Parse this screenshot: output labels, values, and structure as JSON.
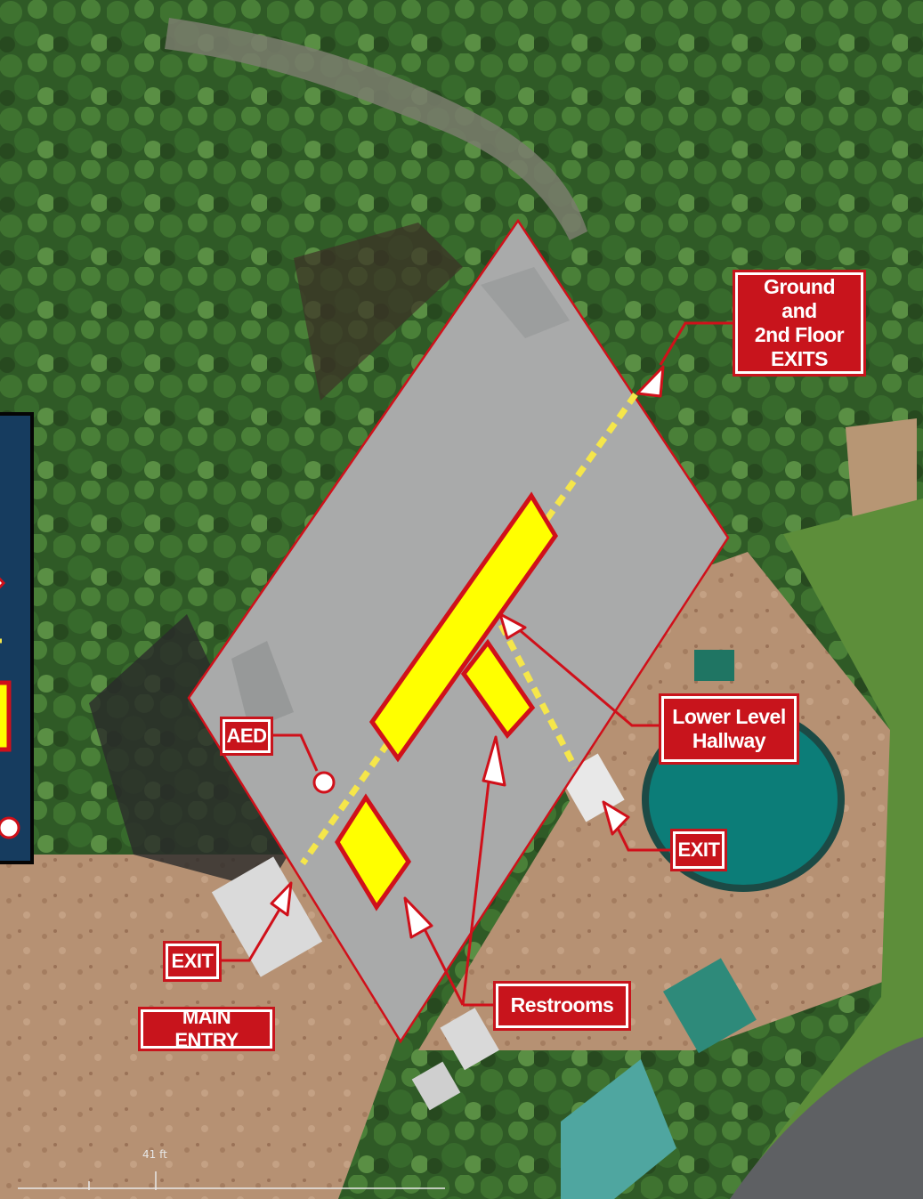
{
  "labels": {
    "ground_exits": [
      "Ground and",
      "2nd Floor",
      "EXITS"
    ],
    "lower_hallway": [
      "Lower Level",
      "Hallway"
    ],
    "aed": "AED",
    "exit_east": "EXIT",
    "exit_main": "EXIT",
    "main_entry": "MAIN ENTRY",
    "restrooms": "Restrooms"
  },
  "scale_text": "41 ft",
  "colors": {
    "frame": "#0d3a5c",
    "label_bg": "#c8141c",
    "label_text": "#ffffff",
    "building_roof": "#a9aaaa",
    "hallway_fill": "#ffff00",
    "hallway_outline": "#d0101a",
    "route_dash": "#f5e64a",
    "pool": "#0c7d78"
  },
  "legend": {
    "icons": [
      "exit-arrow-icon",
      "route-dash-icon",
      "hallway-swatch-icon",
      "aed-circle-icon"
    ]
  }
}
